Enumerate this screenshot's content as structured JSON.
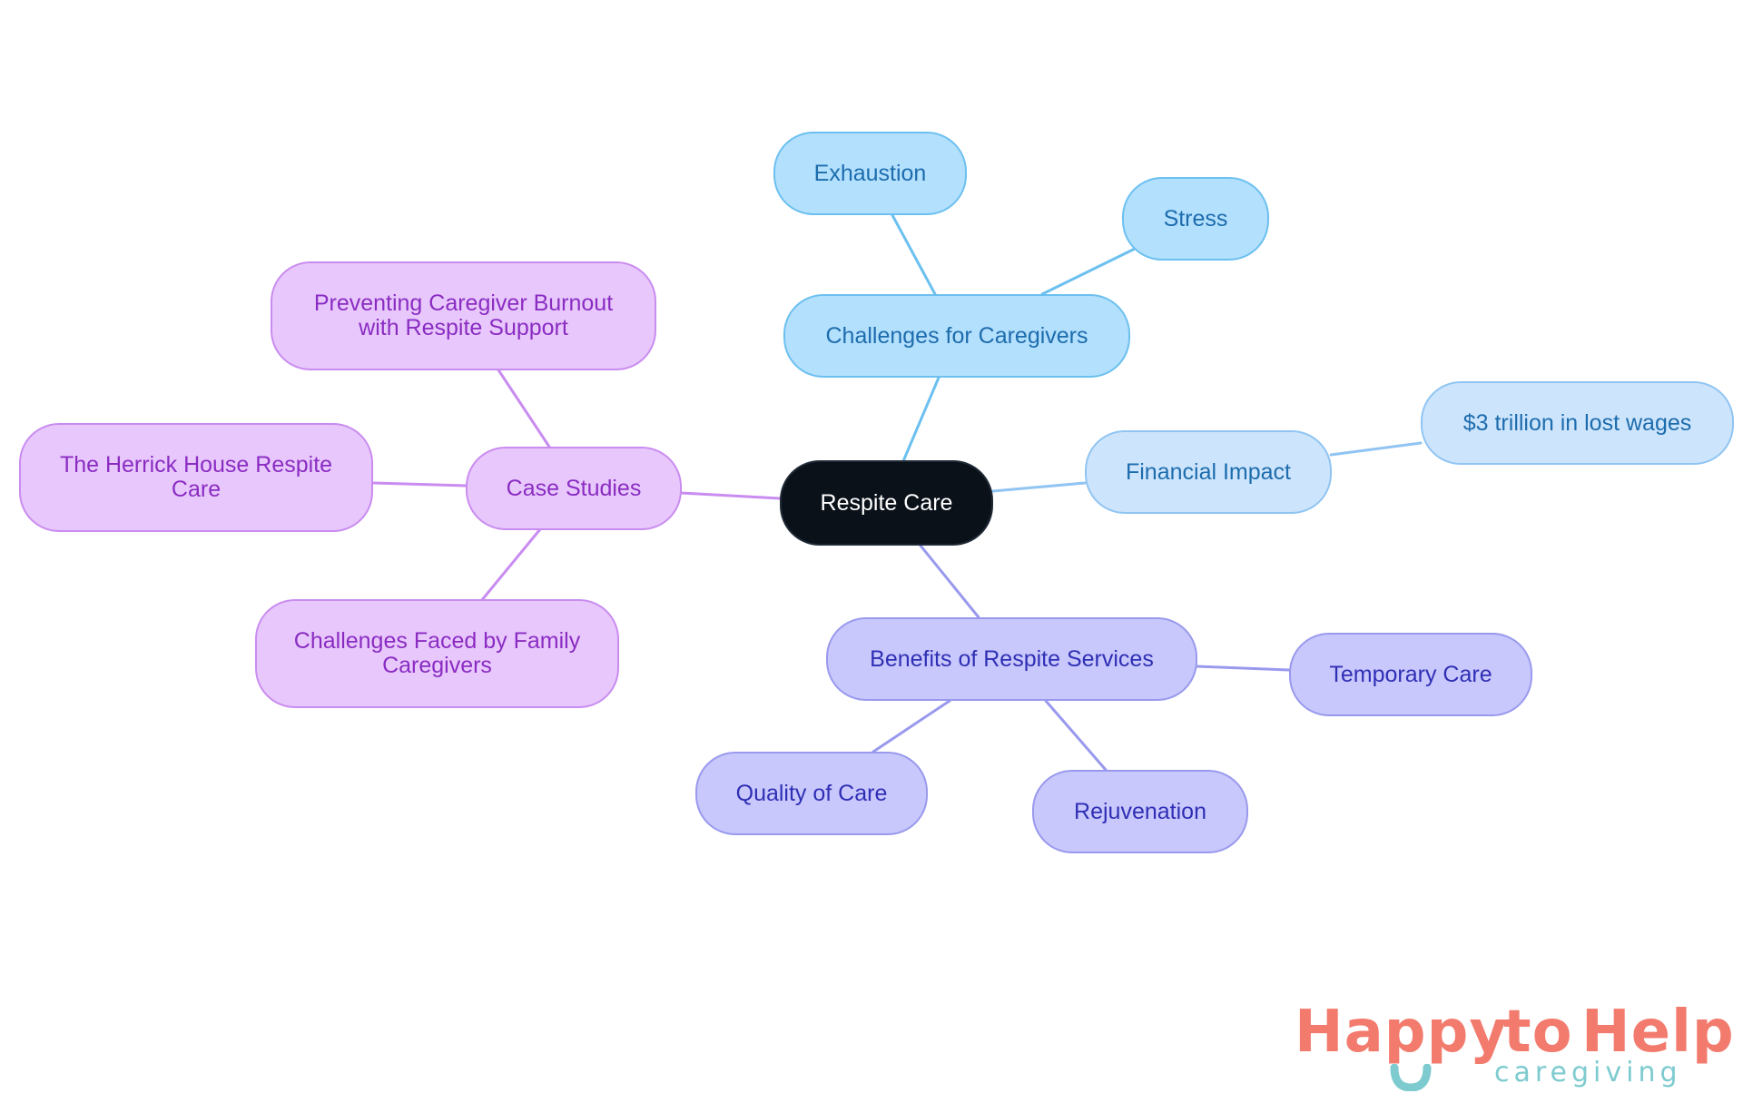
{
  "diagram": {
    "type": "mind-map",
    "colors": {
      "root_fill": "#0b1119",
      "challenges_branch": "#6cc0f0",
      "financial_branch": "#90c4f2",
      "benefits_branch": "#9999ee",
      "case_studies_branch": "#c98cf0"
    },
    "root": {
      "label": "Respite Care"
    },
    "branches": {
      "challenges": {
        "label": "Challenges for Caregivers",
        "children": [
          {
            "label": "Exhaustion"
          },
          {
            "label": "Stress"
          }
        ]
      },
      "financial": {
        "label": "Financial Impact",
        "children": [
          {
            "label": "$3 trillion in lost wages"
          }
        ]
      },
      "benefits": {
        "label": "Benefits of Respite Services",
        "children": [
          {
            "label": "Temporary Care"
          },
          {
            "label": "Rejuvenation"
          },
          {
            "label": "Quality of Care"
          }
        ]
      },
      "case_studies": {
        "label": "Case Studies",
        "children": [
          {
            "label": "Preventing Caregiver Burnout with Respite Support"
          },
          {
            "label": "The Herrick House Respite Care"
          },
          {
            "label": "Challenges Faced by Family Caregivers"
          }
        ]
      }
    }
  },
  "logo": {
    "word_1": "Happy",
    "word_2": "to",
    "word_3": "Help",
    "tagline": "caregiving",
    "colors": {
      "primary": "#f27b6e",
      "accent": "#7ecbcf"
    }
  }
}
